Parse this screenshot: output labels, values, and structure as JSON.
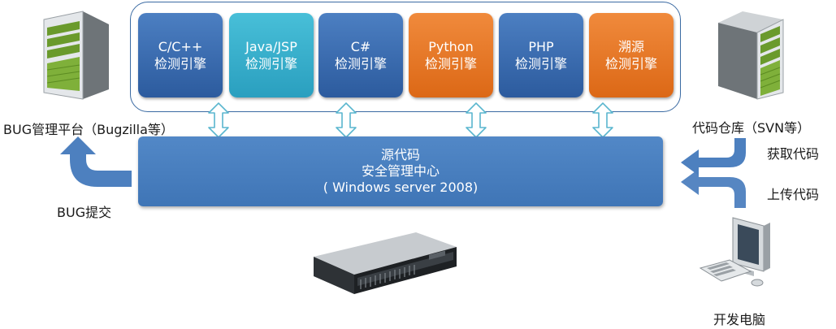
{
  "engines": [
    {
      "lang": "C/C++",
      "suffix": "检测引擎"
    },
    {
      "lang": "Java/JSP",
      "suffix": "检测引擎"
    },
    {
      "lang": "C#",
      "suffix": "检测引擎"
    },
    {
      "lang": "Python",
      "suffix": "检测引擎"
    },
    {
      "lang": "PHP",
      "suffix": "检测引擎"
    },
    {
      "lang": "溯源",
      "suffix": "检测引擎"
    }
  ],
  "center": {
    "line1": "源代码",
    "line2": "安全管理中心",
    "line3": "( Windows server 2008)"
  },
  "labels": {
    "bug_platform": "BUG管理平台（Bugzilla等）",
    "bug_submit": "BUG提交",
    "repo": "代码仓库（SVN等）",
    "fetch_code": "获取代码",
    "upload_code": "上传代码",
    "dev_pc": "开发电脑"
  },
  "colors": {
    "engine_blue": "#3a6aae",
    "engine_teal": "#39afcc",
    "engine_orange": "#e8782a",
    "center_blue": "#4a80c0",
    "arrow_blue": "#4d80bf"
  },
  "icons": [
    "left-server-tower-icon",
    "right-server-tower-icon",
    "rack-server-icon",
    "desktop-computer-icon"
  ]
}
